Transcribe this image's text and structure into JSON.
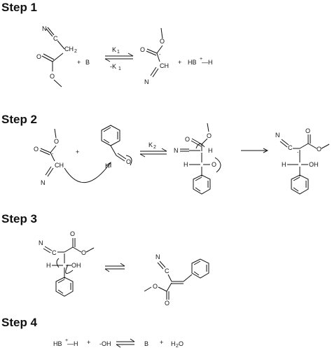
{
  "steps": [
    {
      "title": "Step 1"
    },
    {
      "title": "Step 2"
    },
    {
      "title": "Step 3"
    },
    {
      "title": "Step 4"
    }
  ],
  "labels": {
    "nc": "N",
    "c": "C",
    "o": "O",
    "o2": "O",
    "h": "H",
    "oh": "OH",
    "plus": "+",
    "b": "B",
    "hb": "HB",
    "h_after_hb": "—H",
    "k1": "K",
    "k1_sub": "1",
    "minus_k1": "-K",
    "k2": "K",
    "k2_sub": "2",
    "ch": "CH",
    "carbanion_dot": "·",
    "neg_oh": "-OH",
    "h2o_h": "H",
    "h2o_2": "2",
    "h2o_o": "O",
    "plus_sup": "+"
  }
}
